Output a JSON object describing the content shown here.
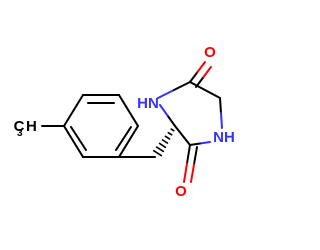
{
  "molecule": {
    "labels": {
      "nh_top": "HN",
      "nh_right": "NH",
      "o_top": "O",
      "o_bottom": "O",
      "methyl_c": "C",
      "methyl_h": "H",
      "methyl_sub": "3"
    },
    "colors": {
      "bond": "#000000",
      "nitrogen": "#3333ff",
      "oxygen": "#ff0000",
      "carbon": "#000000",
      "background": "#ffffff"
    }
  }
}
